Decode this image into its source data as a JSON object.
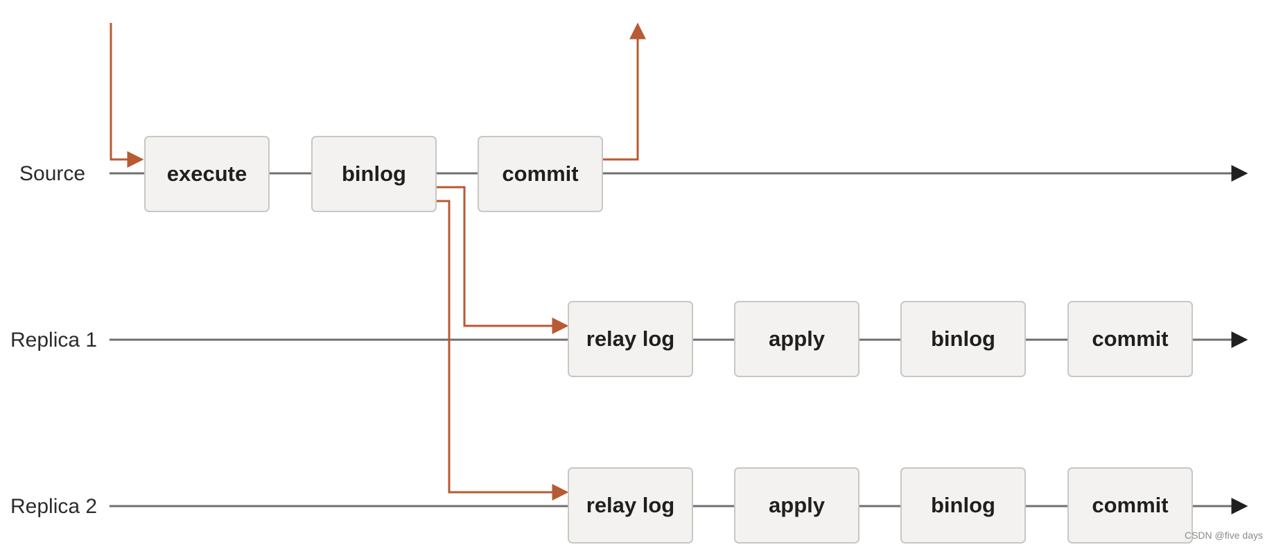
{
  "rows": [
    {
      "label": "Source",
      "steps": [
        "execute",
        "binlog",
        "commit"
      ]
    },
    {
      "label": "Replica 1",
      "steps": [
        "relay log",
        "apply",
        "binlog",
        "commit"
      ]
    },
    {
      "label": "Replica 2",
      "steps": [
        "relay log",
        "apply",
        "binlog",
        "commit"
      ]
    }
  ],
  "watermark": "CSDN @five days",
  "colors": {
    "timeline": "#6f6f6f",
    "flow_arrow": "#b85a33",
    "box_fill": "#f3f2f1",
    "box_border": "#c9c7c4"
  }
}
